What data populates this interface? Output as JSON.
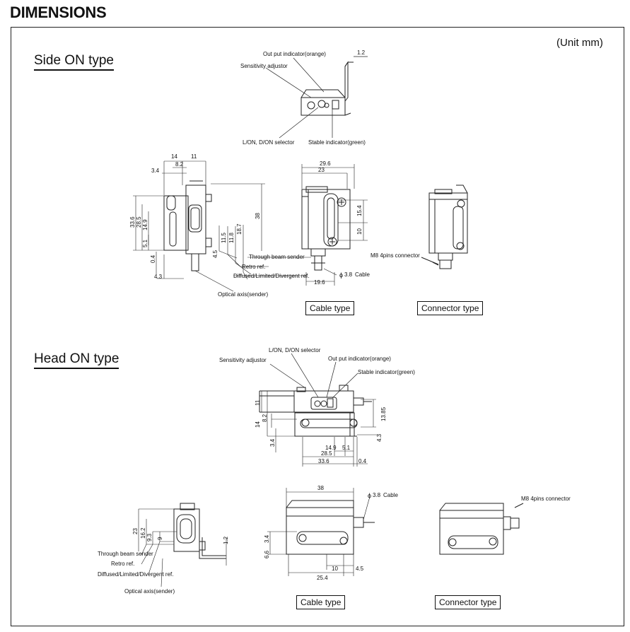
{
  "header": {
    "title": "DIMENSIONS"
  },
  "unit_note": "(Unit mm)",
  "side_on": {
    "heading": "Side ON type",
    "callouts": {
      "output_indicator": "Out put indicator(orange)",
      "sensitivity_adjustor": "Sensitivity adjustor",
      "selector": "L/ON, D/ON selector",
      "stable_indicator": "Stable indicator(green)",
      "through_beam": "Through beam sender",
      "retro": "Retro ref.",
      "diffused": "Diffused/Limited/Divergent ref.",
      "optical_axis": "Optical axis(sender)",
      "cable": "Cable",
      "cable_dia": "3.8",
      "m8": "M8 4pins connector"
    },
    "dims": {
      "d12": "1.2",
      "d14": "14",
      "d11": "11",
      "d82": "8.2",
      "d34": "3.4",
      "d336": "33.6",
      "d285": "28.5",
      "d149": "14.9",
      "d51": "5.1",
      "d04": "0.4",
      "d43": "4.3",
      "d45": "4.5",
      "d115": "11.5",
      "d118": "11.8",
      "d187": "18.7",
      "d38": "38",
      "d296": "29.6",
      "d23": "23",
      "d154": "15.4",
      "d10": "10",
      "d196": "19.6"
    },
    "captions": {
      "cable_type": "Cable type",
      "connector_type": "Connector type"
    }
  },
  "head_on": {
    "heading": "Head ON type",
    "callouts": {
      "selector": "L/ON, D/ON selector",
      "sensitivity_adjustor": "Sensitivity adjustor",
      "output_indicator": "Out put indicator(orange)",
      "stable_indicator": "Stable indicator(green)",
      "through_beam": "Through beam sender",
      "retro": "Retro ref.",
      "diffused": "Diffused/Limited/Divergent ref.",
      "optical_axis": "Optical axis(sender)",
      "cable": "Cable",
      "cable_dia": "3.8",
      "m8": "M8 4pins connector"
    },
    "dims": {
      "d11": "11",
      "d14": "14",
      "d82": "8.2",
      "d34": "3.4",
      "d1385": "13.85",
      "d43": "4.3",
      "d149": "14.9",
      "d51": "5.1",
      "d285": "28.5",
      "d336": "33.6",
      "d04": "0.4",
      "d23": "23",
      "d162": "16.2",
      "d93": "9.3",
      "d9": "9",
      "d12": "1.2",
      "d38": "38",
      "d66": "6.6",
      "d10": "10",
      "d45": "4.5",
      "d254": "25.4"
    },
    "captions": {
      "cable_type": "Cable type",
      "connector_type": "Connector type"
    }
  }
}
